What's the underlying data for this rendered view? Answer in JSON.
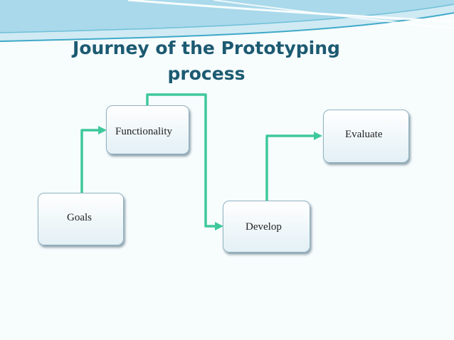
{
  "slide": {
    "title_lines": [
      "Journey of the Prototyping",
      "process"
    ]
  },
  "diagram": {
    "nodes": [
      {
        "id": "goals",
        "label": "Goals"
      },
      {
        "id": "functionality",
        "label": "Functionality"
      },
      {
        "id": "develop",
        "label": "Develop"
      },
      {
        "id": "evaluate",
        "label": "Evaluate"
      }
    ],
    "edges": [
      {
        "from": "goals",
        "to": "functionality"
      },
      {
        "from": "functionality",
        "to": "develop"
      },
      {
        "from": "develop",
        "to": "evaluate"
      }
    ]
  },
  "colors": {
    "title": "#1c5a71",
    "connector": "#3ec99a",
    "swoosh": "#3fa9c9",
    "node_border": "#8fb2c2"
  }
}
